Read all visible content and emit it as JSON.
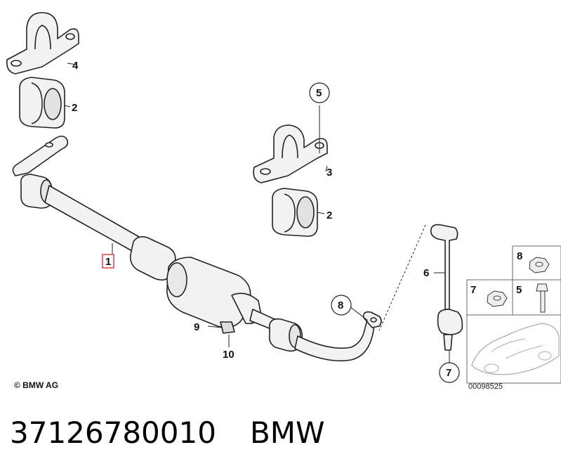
{
  "callouts": {
    "c1": "1",
    "c2a": "2",
    "c2b": "2",
    "c3": "3",
    "c4": "4",
    "c5_circle": "5",
    "c5_box": "5",
    "c6": "6",
    "c7_box": "7",
    "c7_circle": "7",
    "c8_box": "8",
    "c8_circle": "8",
    "c9": "9",
    "c10": "10"
  },
  "copyright": "© BMW AG",
  "diagram_ref": "00098525",
  "footer": {
    "part_number": "37126780010",
    "brand": "BMW"
  },
  "colors": {
    "highlight": "#e0303a",
    "line": "#222222",
    "fill": "#f0f0f0"
  }
}
